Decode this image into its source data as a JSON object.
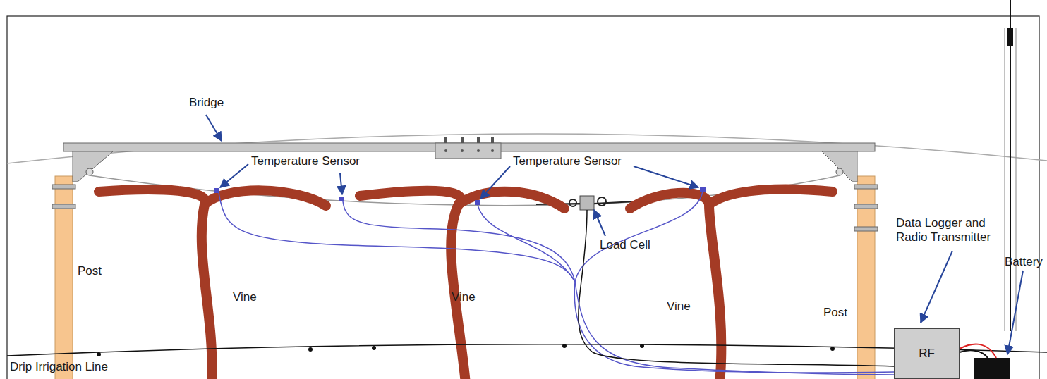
{
  "diagram": {
    "nodes": [
      {
        "text": [
          "RF"
        ]
      }
    ],
    "labels": [
      "Bridge",
      "Temperature Sensor",
      "Temperature Sensor",
      "Load Cell",
      "Data Logger and Radio Transmitter",
      "Battery",
      "Post",
      "Vine",
      "Vine",
      "Vine",
      "Post",
      "Drip Irrigation Line"
    ]
  }
}
